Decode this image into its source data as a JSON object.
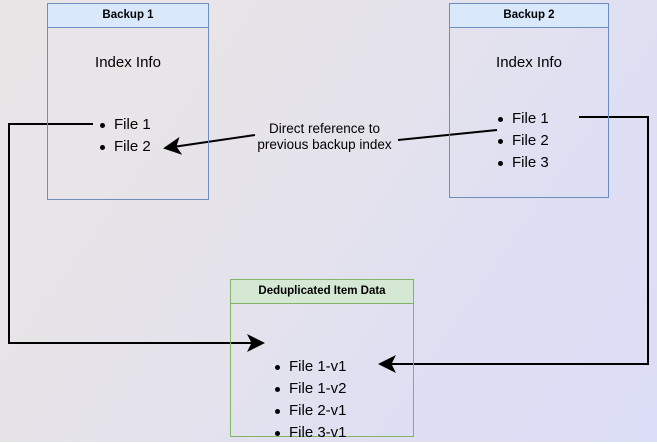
{
  "diagram": {
    "title_backup1": "Backup 1",
    "title_backup2": "Backup 2",
    "title_dedup": "Deduplicated Item Data",
    "index_info_label": "Index Info",
    "edge_label": "Direct reference to\nprevious backup index",
    "backup1": {
      "header": "Backup 1",
      "section_label": "Index Info",
      "items": [
        "File 1",
        "File 2"
      ]
    },
    "backup2": {
      "header": "Backup 2",
      "section_label": "Index Info",
      "items": [
        "File 1",
        "File 2",
        "File 3"
      ]
    },
    "dedup": {
      "header": "Deduplicated Item Data",
      "items": [
        "File 1-v1",
        "File 1-v2",
        "File 2-v1",
        "File 3-v1"
      ]
    },
    "colors": {
      "blue_border": "#6c8ebf",
      "blue_header_fill": "#dae8fc",
      "green_border": "#82b366",
      "green_header_fill": "#d5e8d4",
      "edge_stroke": "#000000",
      "background_left": "#e9e5e7",
      "background_right": "#dcdef7"
    }
  }
}
